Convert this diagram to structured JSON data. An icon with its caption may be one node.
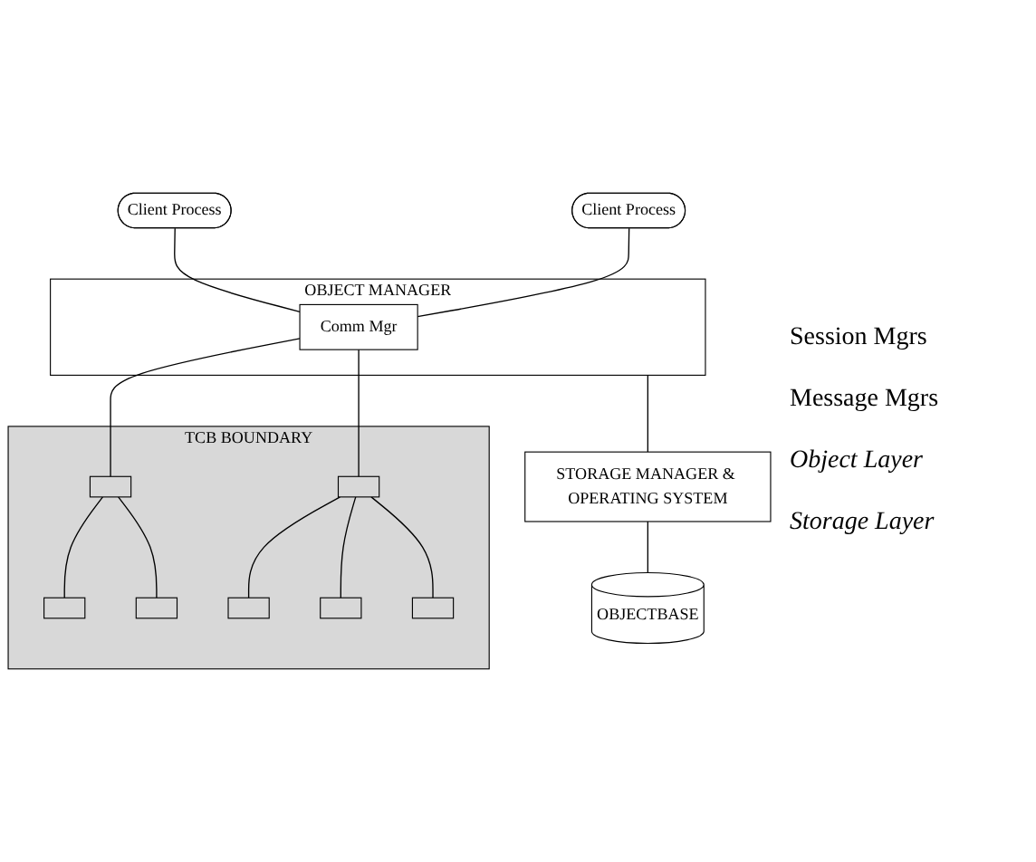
{
  "diagram": {
    "nodes": [
      {
        "text": [
          "Client Process"
        ]
      },
      {
        "text": [
          "Client Process"
        ]
      },
      {
        "text": [
          "OBJECT MANAGER"
        ]
      },
      {
        "text": [
          "Comm Mgr"
        ],
        "in": 2
      },
      {
        "text": [
          "TCB BOUNDARY"
        ]
      },
      {
        "text": [],
        "shape": "box",
        "in": 4
      },
      {
        "text": [],
        "shape": "box",
        "in": 4
      },
      {
        "text": [],
        "shape": "box",
        "in": 4
      },
      {
        "text": [],
        "shape": "box",
        "in": 4
      },
      {
        "text": [],
        "shape": "box",
        "in": 4
      },
      {
        "text": [],
        "shape": "box",
        "in": 4
      },
      {
        "text": [],
        "shape": "box",
        "in": 4
      },
      {
        "text": [
          "STORAGE MANAGER & OPERATING SYSTEM"
        ]
      },
      {
        "text": [
          "OBJECTBASE"
        ]
      }
    ],
    "edges": [
      {
        "from": 0,
        "to": 3,
        "arrow": "none"
      },
      {
        "from": 1,
        "to": 3,
        "arrow": "none"
      },
      {
        "from": 3,
        "to": 5,
        "arrow": "none"
      },
      {
        "from": 3,
        "to": 6,
        "arrow": "none"
      },
      {
        "from": 5,
        "to": 7,
        "arrow": "none"
      },
      {
        "from": 5,
        "to": 8,
        "arrow": "none"
      },
      {
        "from": 6,
        "to": 9,
        "arrow": "none"
      },
      {
        "from": 6,
        "to": 10,
        "arrow": "none"
      },
      {
        "from": 6,
        "to": 11,
        "arrow": "none"
      },
      {
        "from": 2,
        "to": 12,
        "arrow": "none"
      },
      {
        "from": 12,
        "to": 13,
        "arrow": "none"
      }
    ],
    "labels": [
      "Session Mgrs",
      "Message Mgrs",
      "Object Layer",
      "Storage Layer"
    ]
  }
}
